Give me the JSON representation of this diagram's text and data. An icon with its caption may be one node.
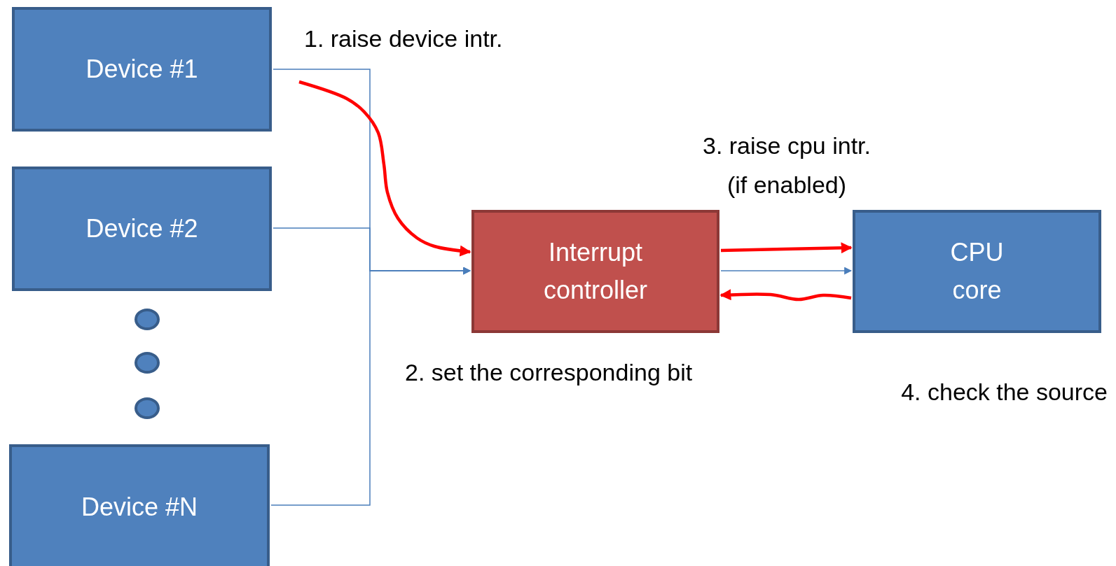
{
  "diagram": {
    "nodes": [
      {
        "text": [
          "Device #1"
        ]
      },
      {
        "text": [
          "Device #2"
        ]
      },
      {
        "text": [],
        "shape": "circle"
      },
      {
        "text": [],
        "shape": "circle"
      },
      {
        "text": [],
        "shape": "circle"
      },
      {
        "text": [
          "Device #N"
        ]
      },
      {
        "text": [
          "Interrupt controller"
        ]
      },
      {
        "text": [
          "CPU core"
        ]
      }
    ],
    "edges": [
      {
        "from": 0,
        "to": 6,
        "arrow": "to"
      },
      {
        "from": 1,
        "to": 6,
        "arrow": "to"
      },
      {
        "from": 5,
        "to": 6,
        "arrow": "to"
      },
      {
        "from": 6,
        "to": 7,
        "arrow": "to"
      },
      {
        "from": null,
        "to": 6,
        "arrow": "to",
        "style": "thick",
        "color": "#ff0000"
      },
      {
        "from": 6,
        "to": 7,
        "arrow": "to",
        "style": "thick",
        "color": "#ff0000"
      },
      {
        "from": 7,
        "to": 6,
        "arrow": "to",
        "style": "thick",
        "color": "#ff0000"
      }
    ],
    "labels": [
      "1. raise device intr.",
      "3. raise cpu intr. (if enabled)",
      "2. set the corresponding bit",
      "4. check the source"
    ]
  }
}
